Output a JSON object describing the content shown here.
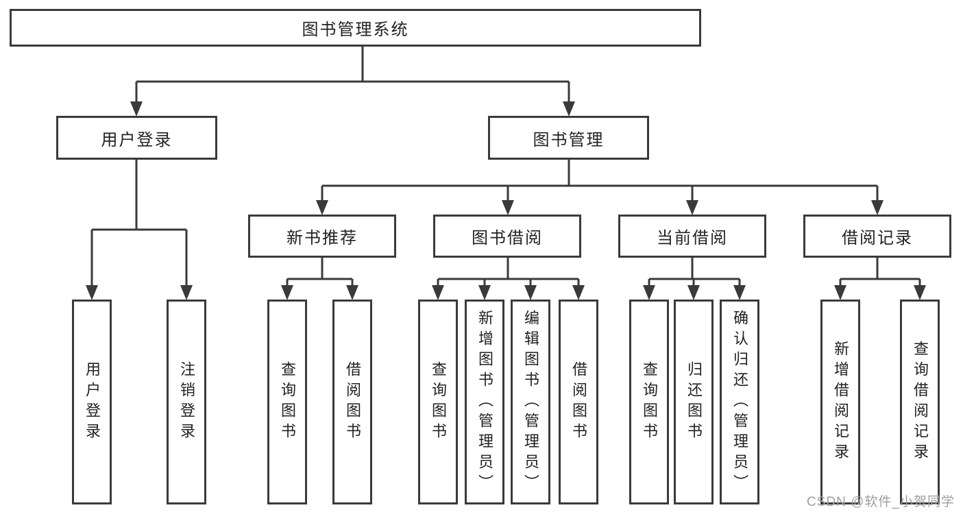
{
  "diagram": {
    "type": "hierarchy-tree",
    "tree": {
      "label": "图书管理系统",
      "children": [
        {
          "label": "用户登录",
          "children": [
            {
              "label": "用户登录"
            },
            {
              "label": "注销登录"
            }
          ]
        },
        {
          "label": "图书管理",
          "children": [
            {
              "label": "新书推荐",
              "children": [
                {
                  "label": "查询图书"
                },
                {
                  "label": "借阅图书"
                }
              ]
            },
            {
              "label": "图书借阅",
              "children": [
                {
                  "label": "查询图书"
                },
                {
                  "label": "新增图书（管理员）"
                },
                {
                  "label": "编辑图书（管理员）"
                },
                {
                  "label": "借阅图书"
                }
              ]
            },
            {
              "label": "当前借阅",
              "children": [
                {
                  "label": "查询图书"
                },
                {
                  "label": "归还图书"
                },
                {
                  "label": "确认归还（管理员）"
                }
              ]
            },
            {
              "label": "借阅记录",
              "children": [
                {
                  "label": "新增借阅记录"
                },
                {
                  "label": "查询借阅记录"
                }
              ]
            }
          ]
        }
      ]
    }
  },
  "watermark": {
    "text": "CSDN @软件_小贺同学"
  },
  "colors": {
    "line": "#3a3a3a",
    "box_border": "#3a3a3a",
    "text": "#222222",
    "watermark": "#9e9e9e",
    "background": "#ffffff"
  }
}
